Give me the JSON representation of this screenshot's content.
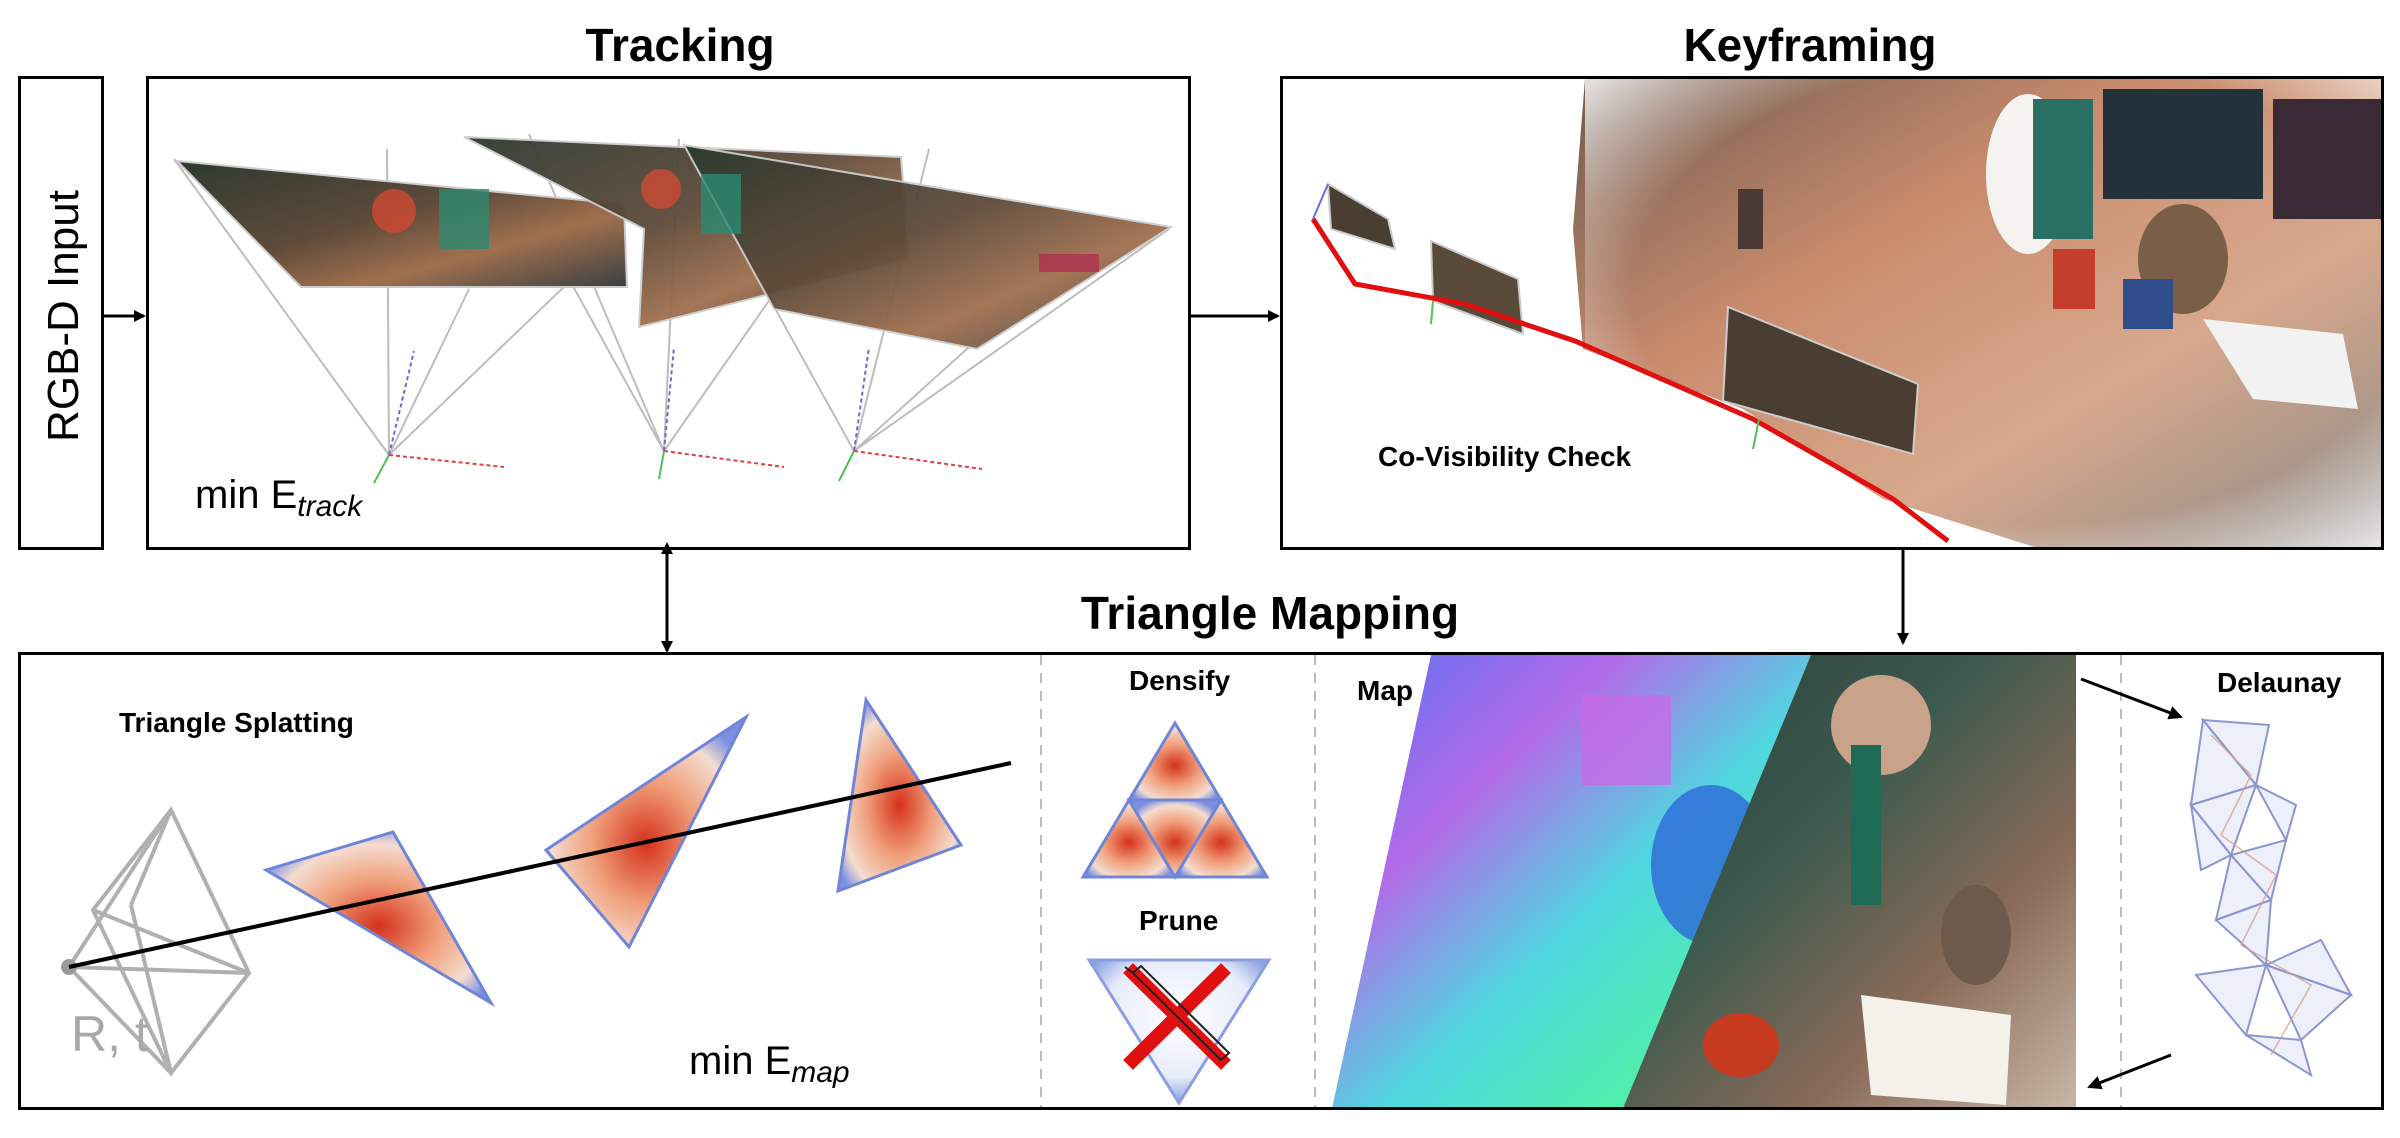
{
  "headers": {
    "tracking": "Tracking",
    "keyframing": "Keyframing",
    "triangle_mapping": "Triangle Mapping"
  },
  "input": {
    "label": "RGB-D Input"
  },
  "tracking_panel": {
    "formula_base": "min E",
    "formula_sub": "track"
  },
  "keyframing_panel": {
    "covisibility_label": "Co-Visibility Check"
  },
  "mapping_panel": {
    "triangle_splatting_label": "Triangle Splatting",
    "pose_label": "R, t",
    "formula_base": "min E",
    "formula_sub": "map",
    "densify_label": "Densify",
    "prune_label": "Prune",
    "map_label": "Map",
    "delaunay_label": "Delaunay"
  },
  "colors": {
    "trajectory": "#e01010",
    "triangle_center": "#d93a1f",
    "triangle_mid": "#f2b28f",
    "triangle_edge": "#6a7fd6",
    "prune_cross": "#e01010",
    "camera_gray": "#b0b0b0"
  }
}
